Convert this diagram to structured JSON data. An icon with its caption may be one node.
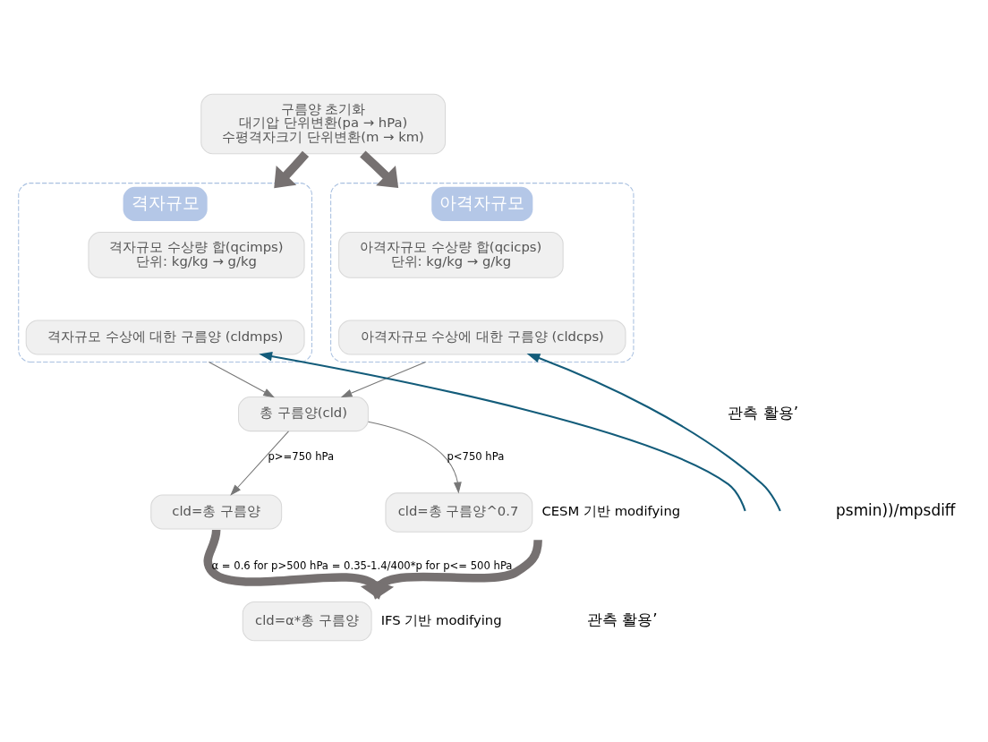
{
  "diagram": {
    "nodes": [
      {
        "text": [
          "구름양 초기화",
          "대기압 단위변환(pa → hPa)",
          "수평격자크기 단위변환(m → km)"
        ]
      },
      {
        "text": [
          "격자규모"
        ]
      },
      {
        "text": [
          "격자규모 수상량 합(qcimps)",
          "단위: kg/kg → g/kg"
        ],
        "in": 1
      },
      {
        "text": [
          "격자규모 수상에 대한 구름양 (cldmps)"
        ],
        "in": 1
      },
      {
        "text": [
          "아격자규모"
        ]
      },
      {
        "text": [
          "아격자규모 수상량 합(qcicps)",
          "단위: kg/kg → g/kg"
        ],
        "in": 4
      },
      {
        "text": [
          "아격자규모 수상에 대한 구름양 (cldcps)"
        ],
        "in": 4
      },
      {
        "text": [
          "총 구름양(cld)"
        ]
      },
      {
        "text": [
          "cld=총 구름양"
        ]
      },
      {
        "text": [
          "cld=총 구름양^0.7"
        ],
        "beside": [
          "CESM 기반 modifying"
        ]
      },
      {
        "text": [
          "cld=α*총 구름양"
        ],
        "beside": [
          "IFS 기반 modifying"
        ]
      }
    ],
    "edges": [
      {
        "from": 0,
        "to": 1,
        "arrow": "to",
        "style": "thick"
      },
      {
        "from": 0,
        "to": 4,
        "arrow": "to",
        "style": "thick"
      },
      {
        "from": 1,
        "to": 7,
        "arrow": "to"
      },
      {
        "from": 4,
        "to": 7,
        "arrow": "to"
      },
      {
        "from": 7,
        "to": 8,
        "arrow": "to",
        "label": "p>=750 hPa"
      },
      {
        "from": 7,
        "to": 9,
        "arrow": "to",
        "label": "p<750 hPa"
      },
      {
        "from": 8,
        "to": 10,
        "arrow": "to",
        "style": "thick",
        "label": "α = 0.6 for p>500 hPa = 0.35-1.4/400*p for p<= 500 hPa"
      },
      {
        "from": 9,
        "to": 10,
        "arrow": "to",
        "style": "thick"
      },
      {
        "from": null,
        "to": 3,
        "arrow": "to",
        "color": "#135c7a"
      },
      {
        "from": null,
        "to": 6,
        "arrow": "to",
        "color": "#135c7a"
      }
    ],
    "labels": [
      "관측 활용’",
      "psmin))/mpsdiff",
      "관측 활용’"
    ]
  }
}
